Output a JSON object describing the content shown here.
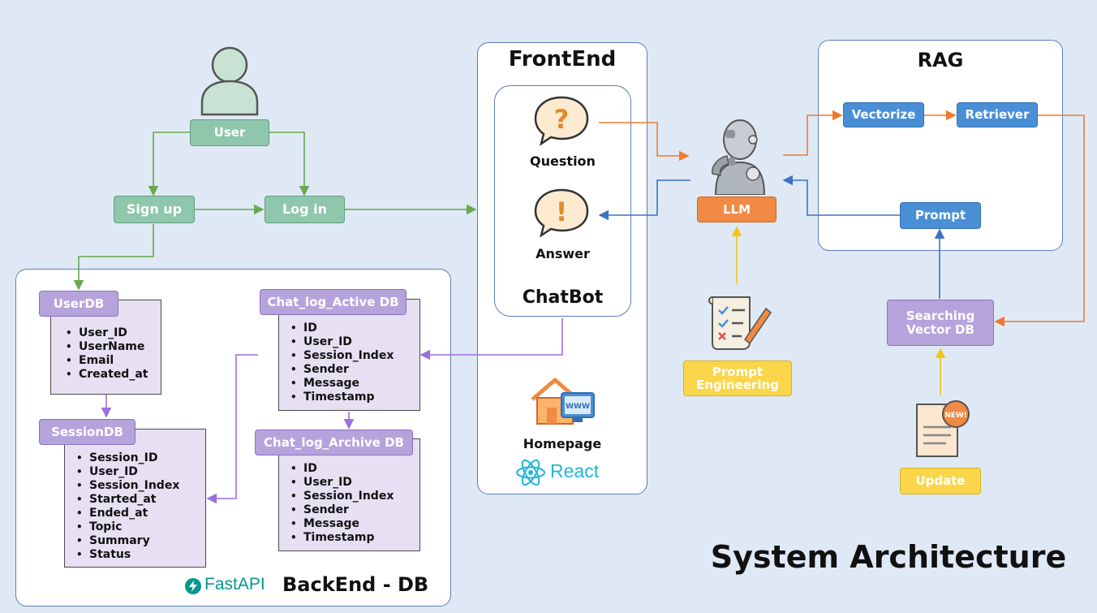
{
  "title": "System Architecture",
  "user": {
    "label": "User"
  },
  "auth": {
    "signup": "Sign up",
    "login": "Log in"
  },
  "frontend": {
    "title": "FrontEnd",
    "question": "Question",
    "answer": "Answer",
    "chatbot": "ChatBot",
    "homepage": "Homepage",
    "react": "React"
  },
  "backend": {
    "title": "BackEnd - DB",
    "fastapi": "FastAPI",
    "userdb": {
      "title": "UserDB",
      "fields": [
        "User_ID",
        "UserName",
        "Email",
        "Created_at"
      ]
    },
    "sessiondb": {
      "title": "SessionDB",
      "fields": [
        "Session_ID",
        "User_ID",
        "Session_Index",
        "Started_at",
        "Ended_at",
        "Topic",
        "Summary",
        "Status"
      ]
    },
    "active": {
      "title": "Chat_log_Active DB",
      "fields": [
        "ID",
        "User_ID",
        "Session_Index",
        "Sender",
        "Message",
        "Timestamp"
      ]
    },
    "archive": {
      "title": "Chat_log_Archive DB",
      "fields": [
        "ID",
        "User_ID",
        "Session_Index",
        "Sender",
        "Message",
        "Timestamp"
      ]
    }
  },
  "llm": {
    "label": "LLM"
  },
  "prompt_engineering": {
    "label": "Prompt Engineering"
  },
  "rag": {
    "title": "RAG",
    "vectorize": "Vectorize",
    "retriever": "Retriever",
    "prompt": "Prompt",
    "searching": "Searching Vector DB",
    "update": "Update",
    "new_badge": "NEW!",
    "www": "WWW"
  },
  "colors": {
    "green_arrow": "#6aa84f",
    "purple_arrow": "#9b6fe0",
    "orange_arrow": "#ee7a30",
    "blue_arrow": "#3f73c0",
    "yellow_arrow": "#f5c518"
  }
}
